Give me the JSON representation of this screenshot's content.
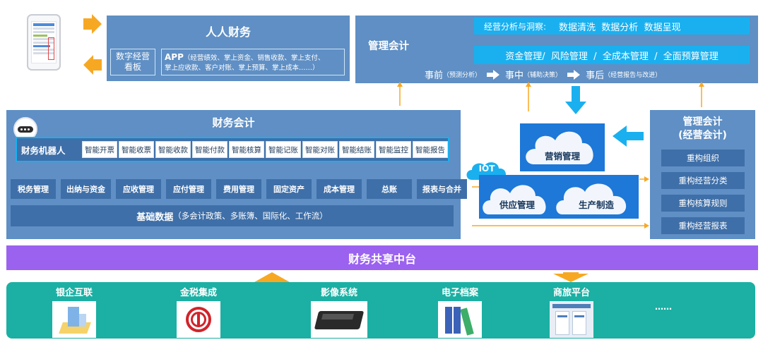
{
  "top": {
    "renren": {
      "title": "人人财务",
      "digital_board": "数字经营看板",
      "app_title": "APP",
      "app_desc_1": "（经营绩效、掌上资金、销售收款、掌上支付、",
      "app_desc_2": "掌上应收款、客户对账、掌上预算、掌上成本……）"
    },
    "mgmt": {
      "title": "管理会计",
      "insight_label": "经营分析与洞察:",
      "insight_items": "数据清洗  数据分析  数据呈现",
      "mgmt_items": "资金管理/  风险管理  /  全成本管理  /  全面预算管理",
      "phase1": "事前",
      "phase1_note": "（预测分析）",
      "phase2": "事中",
      "phase2_note": "（辅助决策）",
      "phase3": "事后",
      "phase3_note": "（经营报告与改进）"
    }
  },
  "finance": {
    "title": "财务会计",
    "robot_label": "财务机器人",
    "robot_items": [
      "智能开票",
      "智能收票",
      "智能收款",
      "智能付款",
      "智能核算",
      "智能记账",
      "智能对账",
      "智能结账",
      "智能监控",
      "智能报告"
    ],
    "modules": [
      "税务管理",
      "出纳与资金",
      "应收管理",
      "应付管理",
      "费用管理",
      "固定资产",
      "成本管理",
      "总账",
      "报表与合并"
    ],
    "base_title": "基础数据",
    "base_desc": "（多会计政策、多账簿、国际化、工作流）"
  },
  "business": {
    "iot": "IOT",
    "marketing": "营销管理",
    "supply": "供应管理",
    "production": "生产制造"
  },
  "right_mgmt": {
    "title_1": "管理会计",
    "title_2": "(经营会计)",
    "items": [
      "重构组织",
      "重构经营分类",
      "重构核算规则",
      "重构经营报表"
    ]
  },
  "shared": {
    "title": "财务共享中台"
  },
  "bottom": {
    "items": [
      "银企互联",
      "金税集成",
      "影像系统",
      "电子档案",
      "商旅平台"
    ],
    "more": "……"
  },
  "colors": {
    "panel": "#5f8fc4",
    "panel_dark": "#3f6fa8",
    "cyan": "#1ab0ef",
    "purple": "#9b62f0",
    "teal": "#1bb0a3",
    "arrow_orange": "#f7a823"
  }
}
